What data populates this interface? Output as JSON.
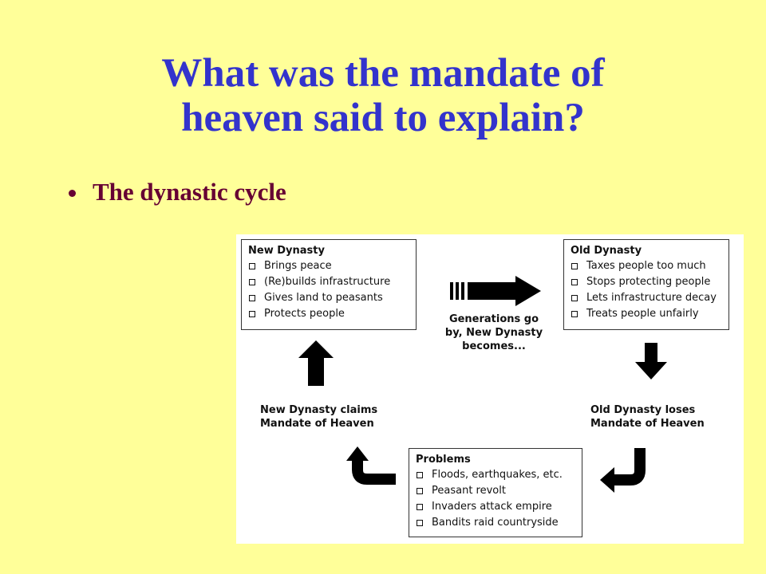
{
  "title": {
    "line1": "What was the mandate of",
    "line2": "heaven said to explain?"
  },
  "bullet": "The dynastic cycle",
  "diagram": {
    "new_dynasty": {
      "heading": "New Dynasty",
      "items": [
        "Brings peace",
        "(Re)builds infrastructure",
        "Gives land to peasants",
        "Protects people"
      ]
    },
    "old_dynasty": {
      "heading": "Old Dynasty",
      "items": [
        "Taxes people too much",
        "Stops protecting people",
        "Lets infrastructure decay",
        "Treats people unfairly"
      ]
    },
    "problems": {
      "heading": "Problems",
      "items": [
        "Floods, earthquakes, etc.",
        "Peasant revolt",
        "Invaders attack empire",
        "Bandits raid countryside"
      ]
    },
    "generations_label": [
      "Generations go",
      "by, New Dynasty",
      "becomes..."
    ],
    "loses_label": [
      "Old Dynasty loses",
      "Mandate of Heaven"
    ],
    "claims_label": [
      "New Dynasty claims",
      "Mandate of Heaven"
    ]
  }
}
